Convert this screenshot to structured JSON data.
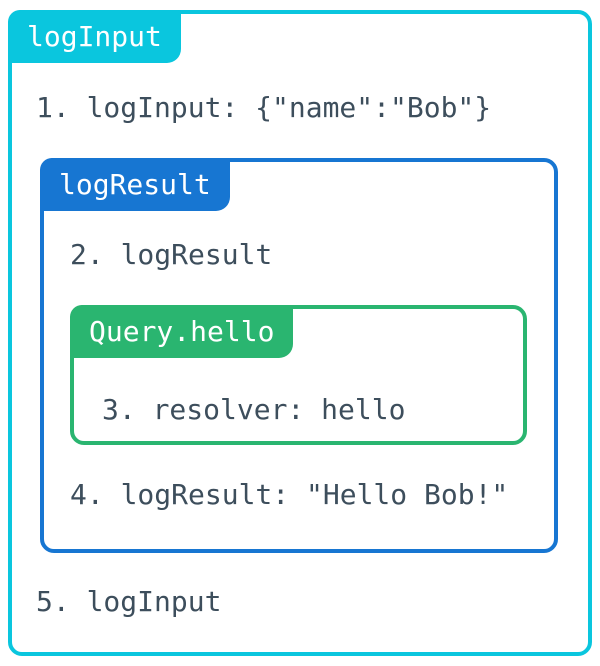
{
  "colors": {
    "outer_accent": "#0ac6de",
    "middle_accent": "#1776d2",
    "inner_accent": "#2ab570",
    "label_text": "#ffffff",
    "text": "#3d4e5c",
    "background": "#ffffff"
  },
  "diagram": {
    "outer": {
      "label": "logInput",
      "step_enter": "1. logInput: {\"name\":\"Bob\"}",
      "step_exit": "5. logInput"
    },
    "middle": {
      "label": "logResult",
      "step_enter": "2. logResult",
      "step_exit": "4. logResult: \"Hello Bob!\""
    },
    "inner": {
      "label": "Query.hello",
      "step": "3. resolver: hello"
    }
  }
}
